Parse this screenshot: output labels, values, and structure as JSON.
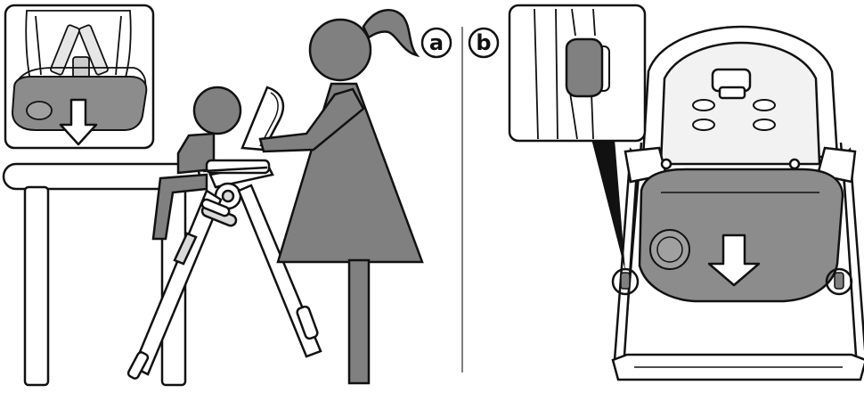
{
  "panels": [
    {
      "id": "a",
      "label": "a"
    },
    {
      "id": "b",
      "label": "b"
    }
  ],
  "colors": {
    "figure_fill": "#808080",
    "tray_fill": "#8c8c8c",
    "stroke": "#111111",
    "background": "#ffffff",
    "light_fill": "#f2f2f2"
  },
  "icons": [
    "down-arrow-icon",
    "release-button-icon"
  ]
}
